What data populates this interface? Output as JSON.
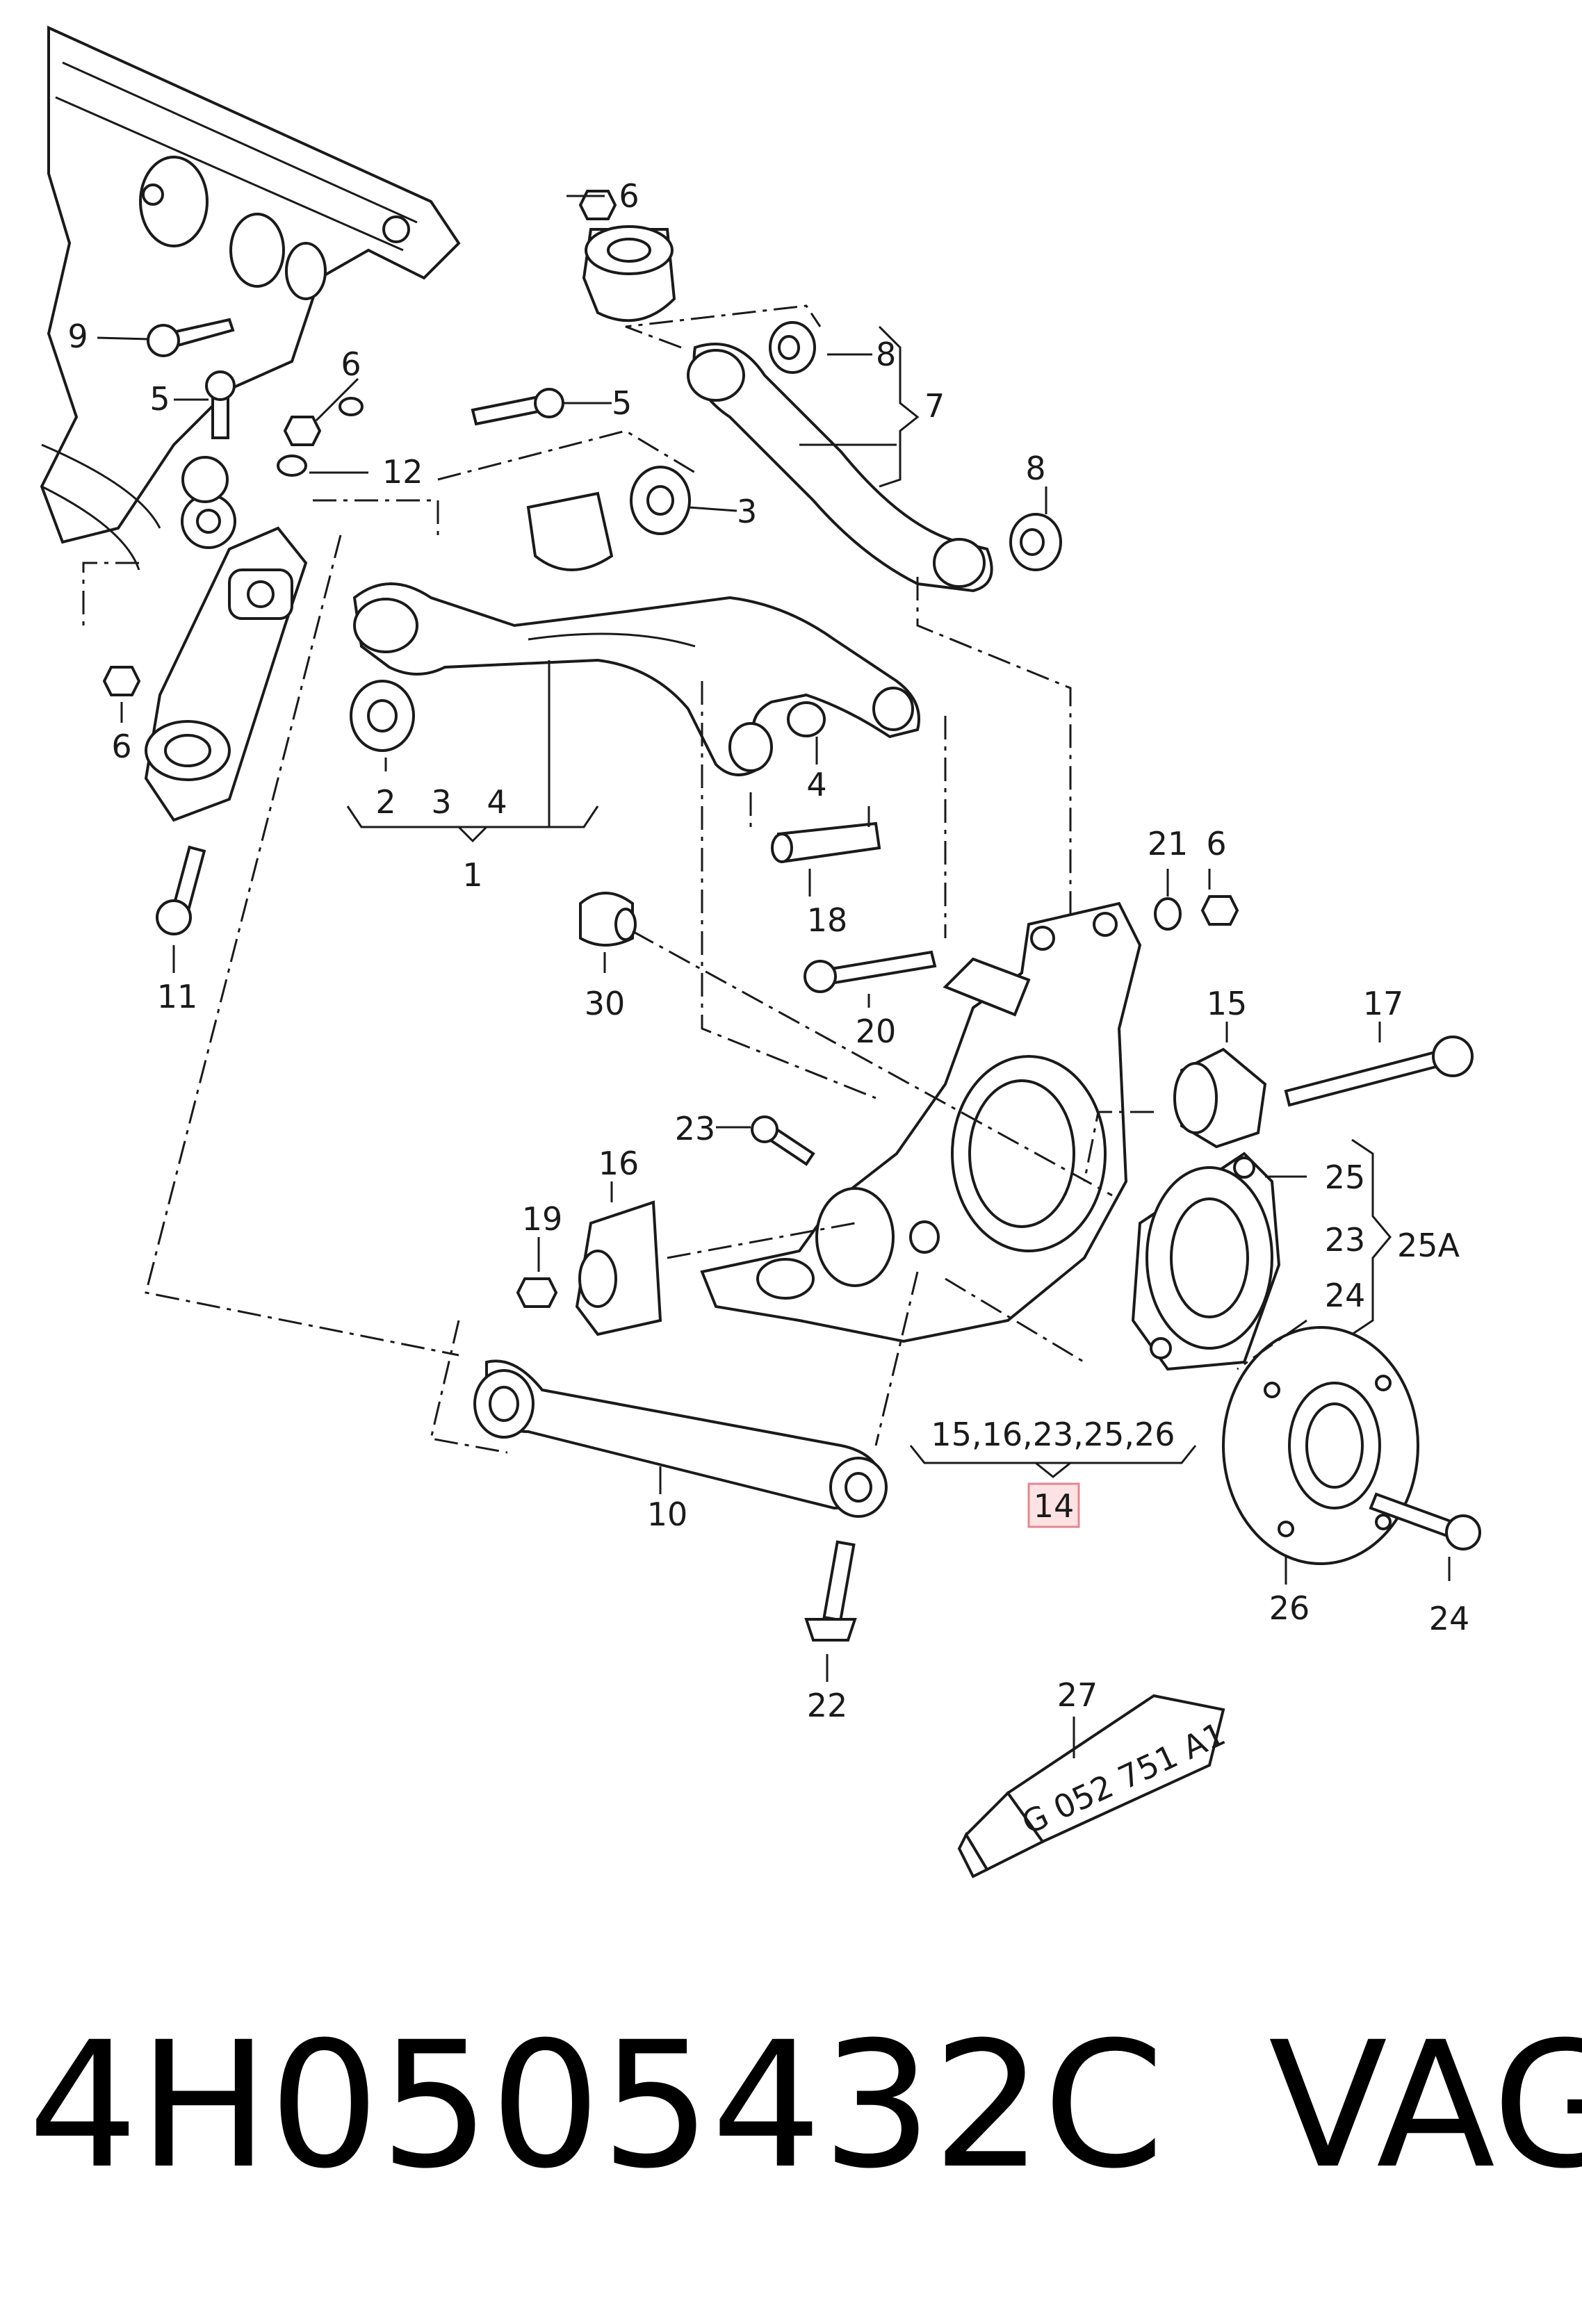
{
  "callouts": {
    "c1": "1",
    "c2": "2",
    "c3": "3",
    "c3b": "3",
    "c4": "4",
    "c4b": "4",
    "c5a": "5",
    "c5b": "5",
    "c6a": "6",
    "c6b": "6",
    "c6c": "6",
    "c6d": "6",
    "c7": "7",
    "c8a": "8",
    "c8b": "8",
    "c9": "9",
    "c10": "10",
    "c11": "11",
    "c12": "12",
    "c15": "15",
    "c16": "16",
    "c17": "17",
    "c18": "18",
    "c19": "19",
    "c20": "20",
    "c21": "21",
    "c22": "22",
    "c23a": "23",
    "c23b": "23",
    "c24a": "24",
    "c24b": "24",
    "c25": "25",
    "c25A": "25A",
    "c26": "26",
    "c27": "27",
    "c30": "30"
  },
  "group_label": "15,16,23,25,26",
  "highlight": {
    "text": "14",
    "fill": "#fde2e4",
    "stroke": "#e08890"
  },
  "tube_text": "G  052  751  A1",
  "caption": {
    "part_number": "4H0505432C",
    "brand": "VAG"
  }
}
